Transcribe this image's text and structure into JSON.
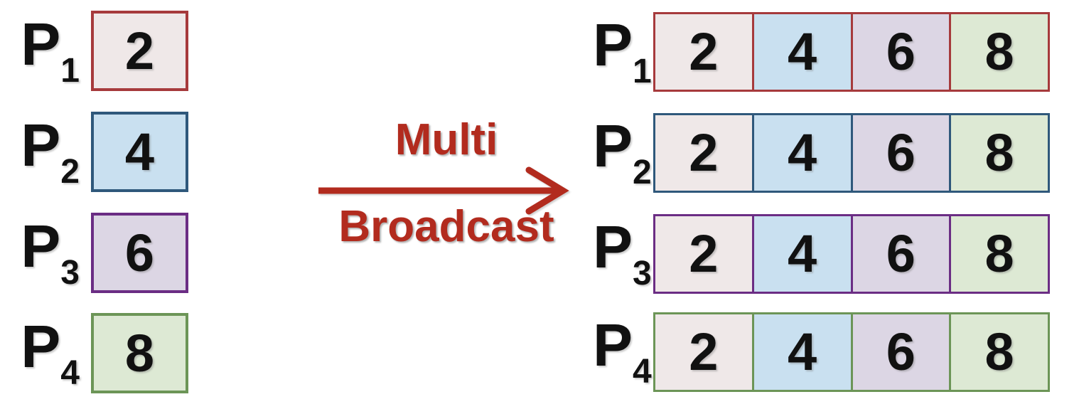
{
  "diagram": {
    "operation": {
      "line1": "Multi",
      "line2": "Broadcast"
    },
    "processors": [
      {
        "label": "P",
        "subscript": "1",
        "color": "red",
        "initial_value": "2",
        "result_values": [
          "2",
          "4",
          "6",
          "8"
        ]
      },
      {
        "label": "P",
        "subscript": "2",
        "color": "blue",
        "initial_value": "4",
        "result_values": [
          "2",
          "4",
          "6",
          "8"
        ]
      },
      {
        "label": "P",
        "subscript": "3",
        "color": "purple",
        "initial_value": "6",
        "result_values": [
          "2",
          "4",
          "6",
          "8"
        ]
      },
      {
        "label": "P",
        "subscript": "4",
        "color": "green",
        "initial_value": "8",
        "result_values": [
          "2",
          "4",
          "6",
          "8"
        ]
      }
    ],
    "cell_fill_order": [
      "red",
      "blue",
      "purple",
      "green"
    ]
  },
  "colors": {
    "red-border": "#A63A3C",
    "blue-border": "#2F587B",
    "purple-border": "#6B2D84",
    "green-border": "#6C9557",
    "red-fill": "#EFE8E8",
    "blue-fill": "#C9E0F0",
    "purple-fill": "#DCD6E4",
    "green-fill": "#DDE9D4",
    "arrow": "#B22B1E",
    "text": "#111111"
  }
}
